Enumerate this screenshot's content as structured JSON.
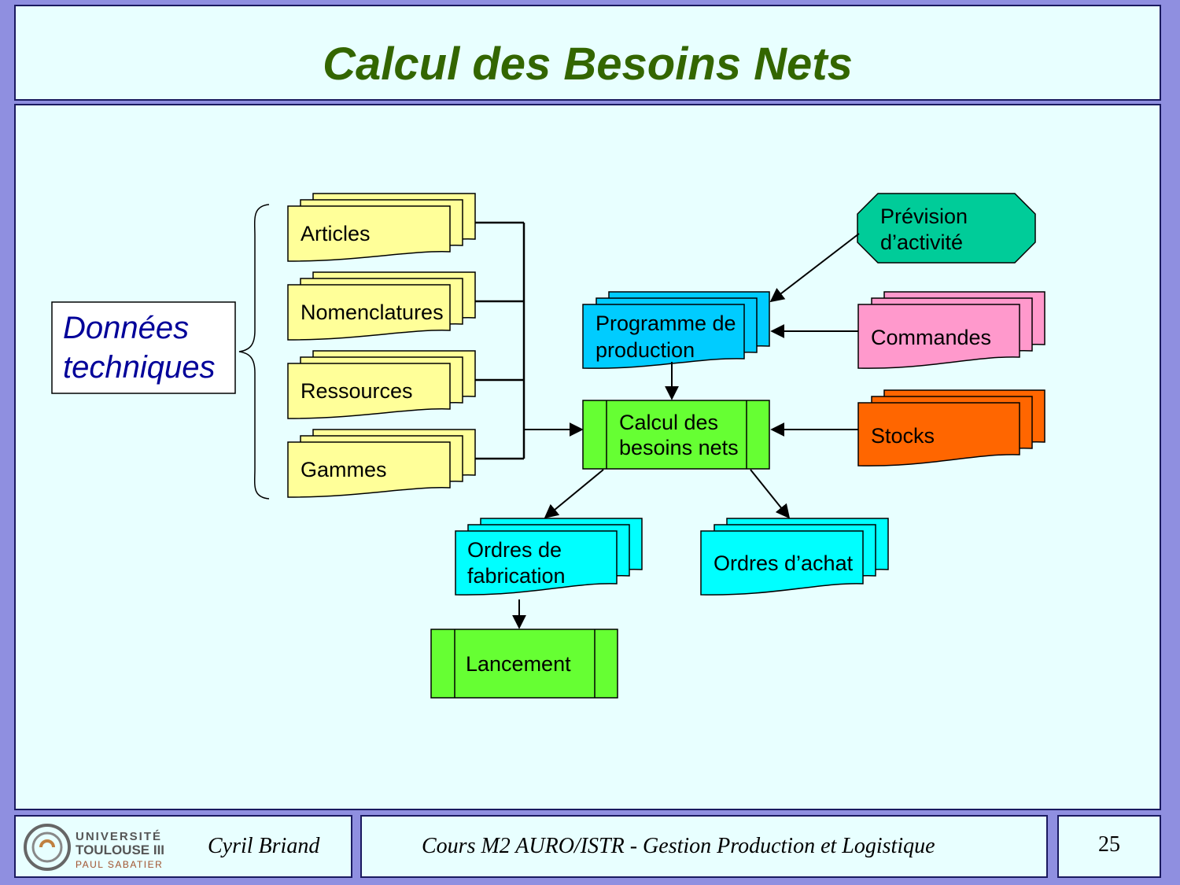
{
  "title": "Calcul des Besoins Nets",
  "colors": {
    "background": "#8f8fe0",
    "panel": "#e8ffff",
    "title": "#336600",
    "data_docs": "#ffff99",
    "programme": "#00ccff",
    "prevision": "#00cc99",
    "commandes": "#ff99cc",
    "stocks": "#ff6600",
    "process": "#66ff33",
    "ordres": "#00ffff",
    "donnees_text": "#000099"
  },
  "diagram": {
    "donnees": [
      "Données",
      "techniques"
    ],
    "articles": "Articles",
    "nomenclatures": "Nomenclatures",
    "ressources": "Ressources",
    "gammes": "Gammes",
    "prevision": [
      "Prévision",
      "d’activité"
    ],
    "programme": [
      "Programme de",
      "production"
    ],
    "commandes": "Commandes",
    "stocks": "Stocks",
    "calcul": [
      "Calcul des",
      "besoins nets"
    ],
    "ordres_fab": [
      "Ordres de",
      "fabrication"
    ],
    "ordres_achat": "Ordres d’achat",
    "lancement": "Lancement"
  },
  "footer": {
    "logo": {
      "line1": "UNIVERSITÉ",
      "line2": "TOULOUSE III",
      "line3": "PAUL SABATIER"
    },
    "author": "Cyril Briand",
    "course": "Cours M2 AURO/ISTR - Gestion Production et Logistique",
    "page": "25"
  }
}
